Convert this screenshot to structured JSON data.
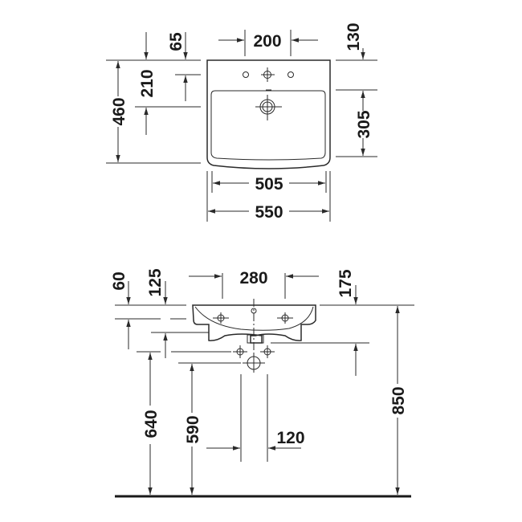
{
  "drawing": {
    "title": "Washbasin dimension drawing",
    "units": "mm",
    "line_color": "#2a2a2a",
    "background": "#ffffff"
  },
  "top_view": {
    "dimensions": {
      "tap_offset_from_back": "65",
      "tap_hole_spacing": "200",
      "back_to_bowl_start": "130",
      "overflow_to_front": "210",
      "total_depth": "460",
      "bowl_depth": "305",
      "bowl_width": "505",
      "total_width": "550"
    }
  },
  "side_view": {
    "dimensions": {
      "rim_thickness": "60",
      "bottom_of_basin": "125",
      "bracket_spacing": "280",
      "drain_height_offset": "175",
      "height_to_supply": "640",
      "height_to_waste": "590",
      "supply_spacing": "120",
      "rim_height": "850"
    }
  }
}
